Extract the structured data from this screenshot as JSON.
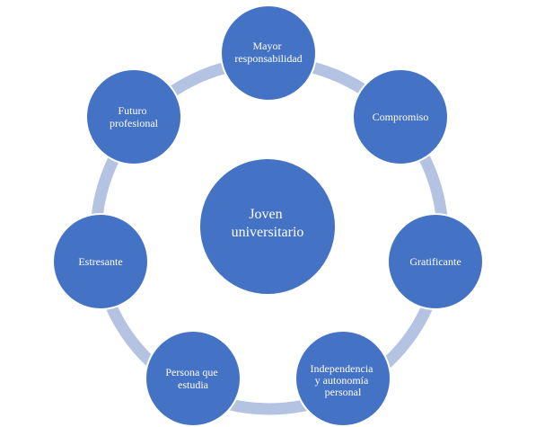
{
  "colors": {
    "node_fill": "#4472c4",
    "node_stroke": "#ffffff",
    "ring": "#b4c3e1",
    "text": "#ffffff"
  },
  "center": {
    "lines": [
      "Joven",
      "universitario"
    ]
  },
  "nodes": [
    {
      "lines": [
        "Mayor",
        "responsabilidad"
      ]
    },
    {
      "lines": [
        "Compromiso"
      ]
    },
    {
      "lines": [
        "Gratificante"
      ]
    },
    {
      "lines": [
        "Independencia",
        "y autonomía",
        "personal"
      ]
    },
    {
      "lines": [
        "Persona que",
        "estudia"
      ]
    },
    {
      "lines": [
        "Estresante"
      ]
    },
    {
      "lines": [
        "Futuro",
        "profesional"
      ]
    }
  ]
}
